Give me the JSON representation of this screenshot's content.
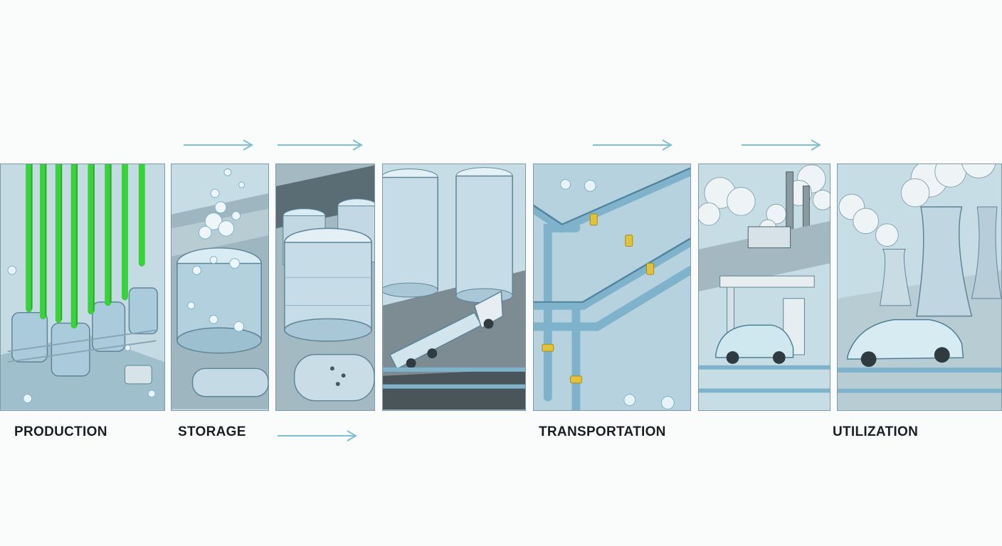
{
  "stages": [
    {
      "label": "PRODUCTION"
    },
    {
      "label": "STORAGE"
    },
    {
      "label": "TRANSPORTATION"
    },
    {
      "label": "UTILIZATION"
    }
  ],
  "colors": {
    "background": "#fafbfb",
    "panel_sky": "#c6dde6",
    "tank_fill": "#bcd6e2",
    "pipe_blue": "#7fb3cc",
    "electrolysis_green": "#39d53a",
    "arrow": "#7fc0d0",
    "fitting_yellow": "#e2c23a",
    "steam": "#eef3f5"
  },
  "icons": [
    "electrolyzer-icon",
    "storage-tank-icon",
    "tanker-truck-icon",
    "pipeline-icon",
    "fuel-station-icon",
    "car-icon",
    "cooling-tower-icon",
    "bubble-icon",
    "arrow-right-icon"
  ]
}
